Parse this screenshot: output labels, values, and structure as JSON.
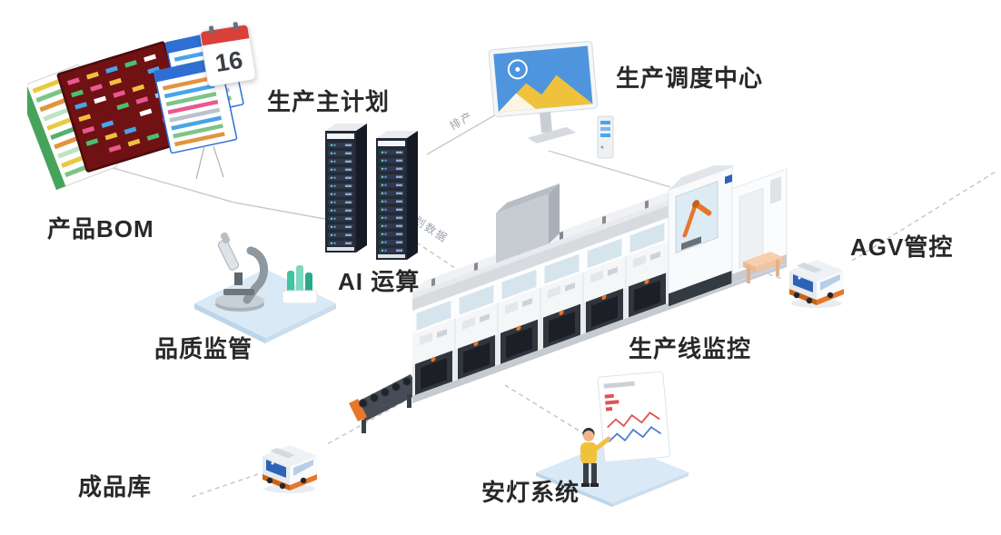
{
  "diagram": {
    "nodes": {
      "product_bom": {
        "label": "产品BOM"
      },
      "master_plan": {
        "label": "生产主计划"
      },
      "dispatch_center": {
        "label": "生产调度中心"
      },
      "ai_compute": {
        "label": "AI 运算"
      },
      "agv_control": {
        "label": "AGV管控"
      },
      "quality": {
        "label": "品质监管"
      },
      "line_monitor": {
        "label": "生产线监控"
      },
      "finished_goods": {
        "label": "成品库"
      },
      "andon": {
        "label": "安灯系统"
      }
    },
    "edge_labels": {
      "scheduling": "排产",
      "plan_data": "计划数据"
    },
    "calendar": {
      "day": "16"
    },
    "colors": {
      "label_text": "#282828",
      "edge_label_text": "#9aa1a8",
      "connector": "#c5cad0",
      "accent_orange": "#e8762c",
      "accent_blue": "#2e62b8",
      "platform_blue": "#d9e9f6",
      "server_dark": "#232a38",
      "screen_blue": "#4e95dd",
      "chart_yellow": "#f0c23c",
      "alert_red": "#e05252",
      "calendar_red": "#d9403a"
    }
  }
}
